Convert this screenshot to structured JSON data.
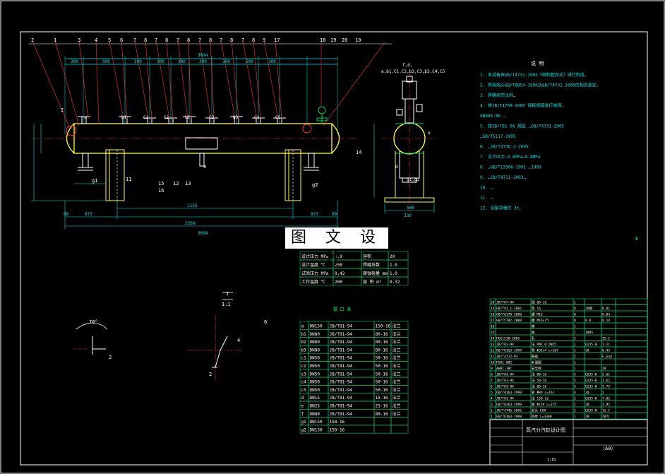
{
  "watermark": "图 文 设 计",
  "balloons_top": [
    "2",
    "1",
    "3",
    "4",
    "5",
    "6",
    "7",
    "8",
    "7",
    "8",
    "7",
    "8",
    "7",
    "8",
    "7",
    "8",
    "7",
    "8",
    "9",
    "17",
    "18",
    "19",
    "20",
    "10"
  ],
  "nozzle_marks": [
    "a",
    "b1",
    "C1",
    "C2",
    "b2",
    "C3",
    "b3",
    "C4",
    "C5"
  ],
  "dims_top": [
    "200",
    "500",
    "300",
    "300",
    "300",
    "300",
    "300",
    "500",
    "200"
  ],
  "dims_bottom": [
    "873",
    "1125",
    "2250",
    "873",
    "99",
    "99"
  ],
  "overall_length": "3094",
  "part_balloons_lower": [
    "15",
    "16",
    "12",
    "13",
    "11",
    "14"
  ],
  "bottom_nozzles": [
    "g1",
    "e",
    "g2"
  ],
  "side_view_marks": [
    "f,d,",
    "a,b1,C1,C2,b2,C3,b3,C4,C5",
    "e",
    "d",
    "g1,g2"
  ],
  "side_dims": [
    "500",
    "330",
    "1",
    "1"
  ],
  "notes_title": "说 明",
  "notes": [
    "1. 本设备按GB/T4731-2005《钢制管壳式》进行制造。",
    "2. 焊接接头GB/T8854-1996及GB/T4731-2005的相关规定。",
    "3. 焊缝探伤比例…",
    "4. 按JB/T4709-2000 焊接规程进行施焊。",
    "  GB985-88 …",
    "5. 按JB/T81-94 规定 …GB/T4731-2005",
    "  …GB/T5117-1995",
    "6. …JB/T4730.2-2005",
    "7. 设计压力…3.4MPa…0.8MPa",
    "8. …GB/T13306-1991 …1999",
    "9. …JB/T4711-2003…",
    "10. …",
    "11. …",
    "12. 设备净重约 3t。"
  ],
  "design_table": {
    "rows": [
      [
        "设计压力 MPa",
        "0.9",
        "容积",
        "20"
      ],
      [
        "设计温度 ℃",
        "250",
        "焊缝系数",
        "1.0"
      ],
      [
        "试验压力 MPa",
        "0.42",
        "腐蚀裕量 mm",
        "1.0"
      ],
      [
        "工作温度 ℃",
        "200",
        "容 积 m³",
        "0.32"
      ]
    ]
  },
  "nozzle_table": {
    "title": "管 口 表",
    "rows": [
      [
        "a",
        "DN150",
        "JB/T81-94",
        "150-16",
        "法兰"
      ],
      [
        "b1",
        "DN80",
        "JB/T81-94",
        "80-16",
        "法兰"
      ],
      [
        "b2",
        "DN80",
        "JB/T81-94",
        "80-16",
        "法兰"
      ],
      [
        "b3",
        "DN80",
        "JB/T81-94",
        "80-16",
        "法兰"
      ],
      [
        "c1",
        "DN50",
        "JB/T81-94",
        "50-16",
        "法兰"
      ],
      [
        "c2",
        "DN50",
        "JB/T81-94",
        "50-16",
        "法兰"
      ],
      [
        "c3",
        "DN50",
        "JB/T81-94",
        "50-16",
        "法兰"
      ],
      [
        "c4",
        "DN50",
        "JB/T81-94",
        "50-16",
        "法兰"
      ],
      [
        "c5",
        "DN50",
        "JB/T81-94",
        "50-16",
        "法兰"
      ],
      [
        "d",
        "DN15",
        "JB/T81-94",
        "15-16",
        "法兰"
      ],
      [
        "e",
        "DN25",
        "JB/T81-94",
        "25-16",
        "法兰"
      ],
      [
        "f",
        "DN80",
        "JB/T81-94",
        "80-16",
        "法兰"
      ],
      [
        "g1",
        "DN150",
        "150-16",
        "",
        ""
      ],
      [
        "g2",
        "DN150",
        "150-16",
        "",
        ""
      ]
    ]
  },
  "detail_labels": [
    "I",
    "1:1",
    "70°",
    "2",
    "2",
    "4",
    "6"
  ],
  "bom": {
    "rows": [
      [
        "20",
        "JB/T87-94",
        "阀 80-16",
        "1",
        "",
        ""
      ],
      [
        "19",
        "GB/T91.1-2002",
        "垫 16",
        "8",
        "20钢",
        "0.01"
      ],
      [
        "18",
        "GB/T6170-2000",
        "螺 M16",
        "8",
        "",
        "0.03"
      ],
      [
        "17",
        "GB/T5782-2000",
        "螺 M16x75",
        "8",
        "8.8",
        "0.14"
      ],
      [
        "16",
        "",
        "垫",
        "1",
        "",
        ""
      ],
      [
        "15",
        "",
        "板",
        "1",
        "1005",
        ""
      ],
      [
        "14",
        "HG21530-2005",
        "孔",
        "2",
        "",
        "25.2"
      ],
      [
        "13",
        "JB/T81-94",
        "法 PN1.6 DN25",
        "1",
        "Q235-B",
        "1.11"
      ],
      [
        "12",
        "GB/T8163-1999",
        "管 Φ32x4 L=187",
        "1",
        "20",
        "0.43"
      ],
      [
        "11",
        "JB/T4712-92",
        "鞍座",
        "2",
        "",
        "F,Sad"
      ],
      [
        "10",
        "PS01.002",
        "补强圈",
        "1",
        "",
        ""
      ],
      [
        "9",
        "AW01-10C",
        "安全阀",
        "1",
        "",
        "20"
      ],
      [
        "8",
        "JB/T81-94",
        "法 80-16",
        "5",
        "Q235-B",
        "2.61"
      ],
      [
        "7",
        "JB/T81-94",
        "法 50-16",
        "5",
        "Q235-B",
        "1.62"
      ],
      [
        "6",
        "JB/T81-94",
        "法 80-16",
        "3",
        "Q235-B",
        "2.73"
      ],
      [
        "5",
        "GB/T8163-1999",
        "管 Φ89 L=161",
        "4",
        "20",
        "2"
      ],
      [
        "4",
        "JB/T81-94",
        "法 150-16",
        "2",
        "Q235-B",
        "7.82"
      ],
      [
        "3",
        "GB/T8163-1999",
        "管 Φ159 L=175",
        "1",
        "20",
        "3.92"
      ],
      [
        "2",
        "JB/T4746-2002",
        "封头 EHA",
        "2",
        "Q235-B",
        "12.2"
      ],
      [
        "1",
        "GB/T8163-1999",
        "筒体 L=3300",
        "1",
        "20",
        "2071"
      ]
    ],
    "title_block": "蒸汽分汽缸设计图",
    "sheet_size": "（A0）",
    "scale": "1:10"
  },
  "corner_mark": "E",
  "colors": {
    "background": "#000000",
    "frame": "#ffffff",
    "vessel": "#ffff33",
    "dimension": "#00e5e5",
    "leader": "#ff3333",
    "table": "#00cc66",
    "text": "#ffffff"
  }
}
